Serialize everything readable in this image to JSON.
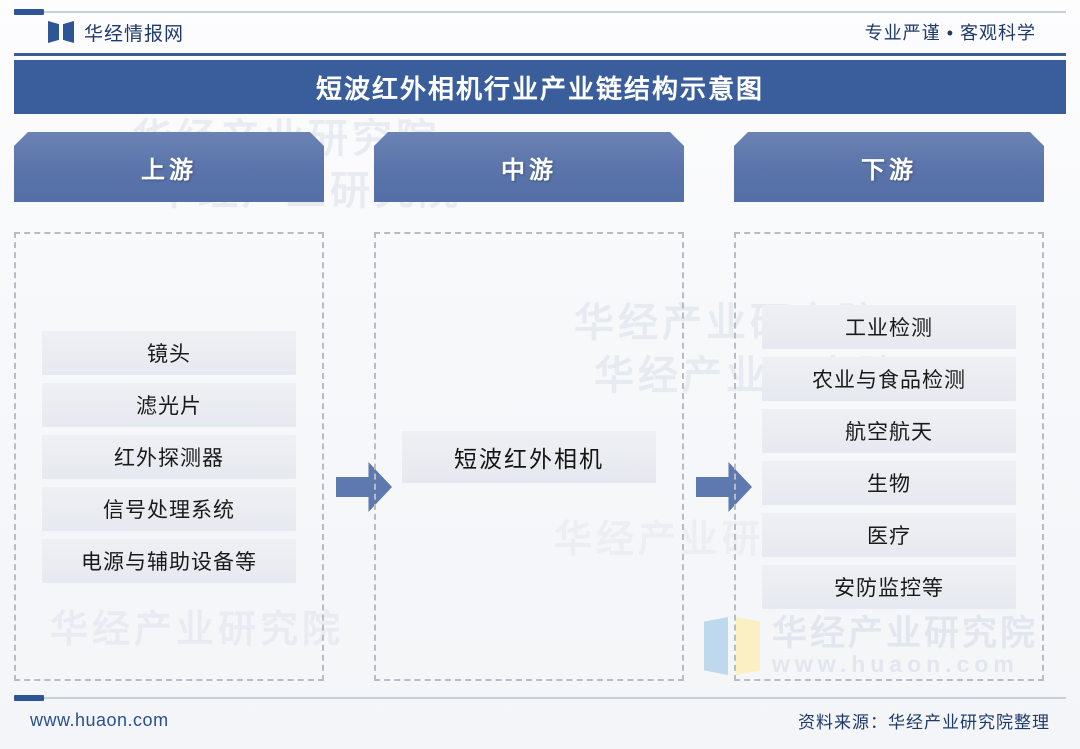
{
  "header": {
    "brand": "华经情报网",
    "slogan": "专业严谨 • 客观科学",
    "logo_icon": "huaon-logo-icon"
  },
  "title": {
    "text": "短波红外相机行业产业链结构示意图"
  },
  "columns": [
    {
      "key": "upstream",
      "header": "上游",
      "items": [
        "镜头",
        "滤光片",
        "红外探测器",
        "信号处理系统",
        "电源与辅助设备等"
      ]
    },
    {
      "key": "midstream",
      "header": "中游",
      "items": [
        "短波红外相机"
      ]
    },
    {
      "key": "downstream",
      "header": "下游",
      "items": [
        "工业检测",
        "农业与食品检测",
        "航空航天",
        "生物",
        "医疗",
        "安防监控等"
      ]
    }
  ],
  "arrows": {
    "first": "arrow-right-icon",
    "second": "arrow-right-icon"
  },
  "watermark": {
    "company": "华经产业研究院",
    "url": "www.huaon.com",
    "logo_icon": "huaon-watermark-logo-icon"
  },
  "footer": {
    "url": "www.huaon.com",
    "source": "资料来源：华经产业研究院整理"
  },
  "colors": {
    "brand_blue": "#2e5596",
    "banner_blue": "#3a5d9b",
    "header_blue": "#5a74aa",
    "arrow_blue": "#5d79b0",
    "item_gray": "#e8eaef",
    "dash_border": "#b9bcc2"
  }
}
